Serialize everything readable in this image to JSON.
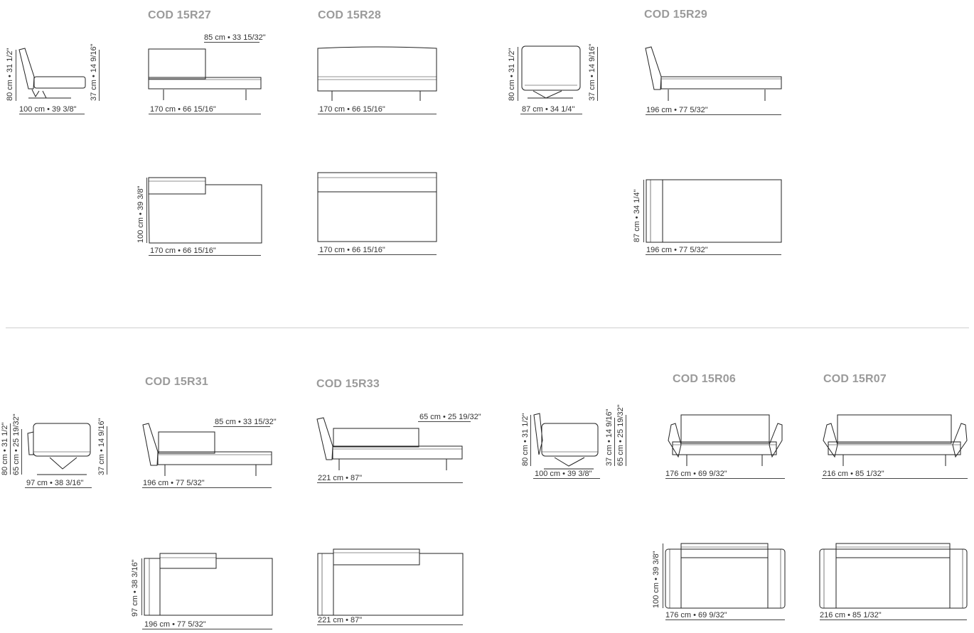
{
  "codes": {
    "r27": "COD 15R27",
    "r28": "COD 15R28",
    "r29": "COD 15R29",
    "r31": "COD 15R31",
    "r33": "COD 15R33",
    "r06": "COD 15R06",
    "r07": "COD 15R07"
  },
  "dims": {
    "r27_side_h": "80 cm • 31 1/2\"",
    "r27_side_seat": "37 cm • 14 9/16\"",
    "r27_side_w": "100 cm • 39 3/8\"",
    "r27_back": "85 cm • 33 15/32\"",
    "r27_front_w": "170 cm • 66 15/16\"",
    "r27_plan_d": "100 cm • 39 3/8\"",
    "r27_plan_w": "170 cm • 66 15/16\"",
    "r28_front_w": "170 cm • 66 15/16\"",
    "r28_plan_w": "170 cm • 66 15/16\"",
    "r29_side_h": "80 cm • 31 1/2\"",
    "r29_side_seat": "37 cm • 14 9/16\"",
    "r29_side_w": "87 cm • 34 1/4\"",
    "r29_front_w": "196 cm • 77 5/32\"",
    "r29_plan_d": "87 cm • 34 1/4\"",
    "r29_plan_w": "196 cm • 77 5/32\"",
    "r31_side_h": "80 cm • 31 1/2\"",
    "r31_side_arm": "65 cm • 25 19/32\"",
    "r31_side_seat": "37 cm • 14 9/16\"",
    "r31_side_w": "97 cm • 38 3/16\"",
    "r31_back": "85 cm • 33 15/32\"",
    "r31_front_w": "196 cm • 77 5/32\"",
    "r31_plan_d": "97 cm • 38 3/16\"",
    "r31_plan_w": "196 cm • 77 5/32\"",
    "r33_back": "65 cm • 25 19/32\"",
    "r33_front_w": "221 cm • 87\"",
    "r33_plan_w": "221 cm • 87\"",
    "r06_side_h": "80 cm • 31 1/2\"",
    "r06_side_seat": "37 cm • 14 9/16\"",
    "r06_side_arm": "65 cm • 25 19/32\"",
    "r06_side_w": "100 cm • 39 3/8\"",
    "r06_front_w": "176 cm • 69 9/32\"",
    "r06_plan_d": "100 cm • 39 3/8\"",
    "r06_plan_w": "176 cm • 69 9/32\"",
    "r07_front_w": "216 cm • 85 1/32\"",
    "r07_plan_w": "216 cm • 85 1/32\""
  }
}
